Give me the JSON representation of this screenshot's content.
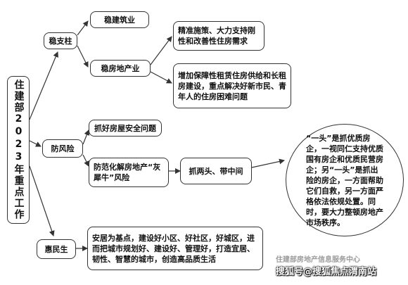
{
  "root": {
    "title": "住建部2023年重点工作"
  },
  "branches": {
    "stabilize": {
      "label": "稳支柱",
      "construction": "稳建筑业",
      "real_estate": "稳房地产业",
      "demand": "精准施策、大力支持刚性和改善性住房需求",
      "rental": "增加保障性租赁住房供给和长租房建设，重点解决好新市民、青年人的住房困难问题"
    },
    "risk": {
      "label": "防风险",
      "housing_safety": "抓好房屋安全问题",
      "gray_rhino": "防范化解房地产“灰犀牛”风险",
      "two_ends": "抓两头、带中间",
      "detail": "“一头”是抓优质房企，一视同仁支持优质国有房企和优质民营房企；另“一头”是抓出险的房企，一方面帮助它们自救，另一方面严格依法依规处置。同时，要大力整顿房地产市场秩序。"
    },
    "livelihood": {
      "label": "惠民生",
      "detail": "安居为基点，建设好小区、好社区，好城区，进而把城市规划好、建设好、管理好，打造宜居、韧性、智慧的城市，创造高品质生活"
    }
  },
  "watermark": {
    "line1": "住建部房地产信息服务中心",
    "line2": "搜狐号@搜狐焦点渭南站"
  }
}
